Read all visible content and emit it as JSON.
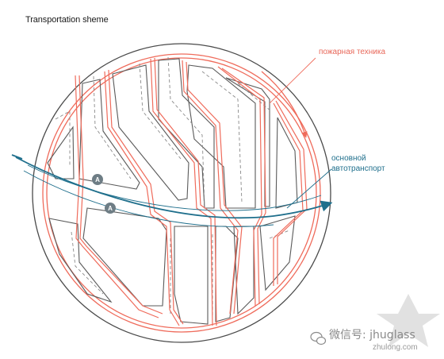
{
  "header": {
    "title": "Transportation sheme"
  },
  "legend": {
    "fire": "пожарная техника",
    "road_line1": "основной",
    "road_line2": "автотранспорт"
  },
  "markers": {
    "a1": "A",
    "a2": "A"
  },
  "watermark": {
    "text": "微信号: jhuglass",
    "sub": "zhulong.com"
  },
  "colors": {
    "fire": "#ef6b5b",
    "road": "#1f6f8c",
    "outline": "#4a4a4a",
    "dashed": "#8a8a8a"
  }
}
